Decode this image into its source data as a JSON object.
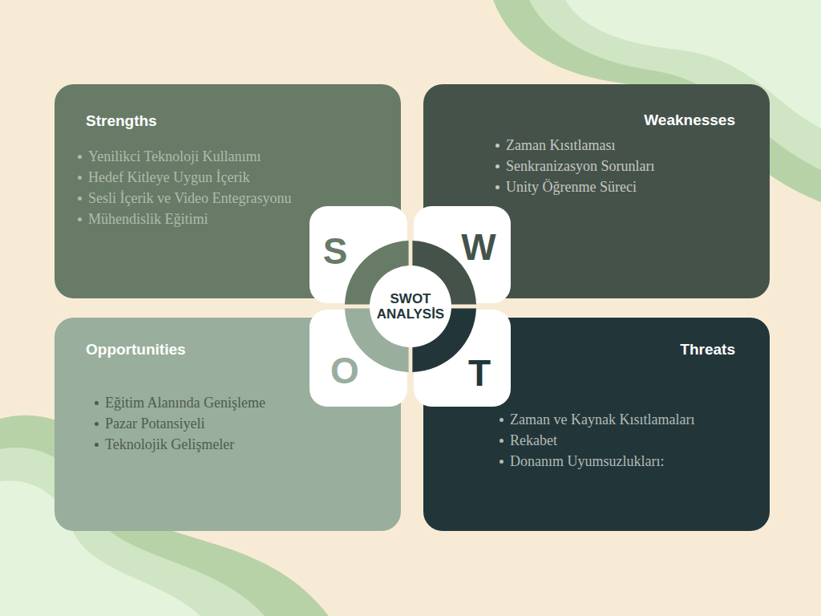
{
  "diagram": {
    "nodes": [
      {
        "text": [
          "Strengths",
          "Yenilikci Teknoloji Kullanımı",
          "Hedef Kitleye Uygun İçerik",
          "Sesli İçerik ve Video Entegrasyonu",
          "Mühendislik Eğitimi"
        ]
      },
      {
        "text": [
          "Weaknesses",
          "Zaman Kısıtlaması",
          "Senkranizasyon Sorunları",
          "Unity Öğrenme Süreci"
        ]
      },
      {
        "text": [
          "Opportunities",
          "Eğitim Alanında Genişleme",
          "Pazar Potansiyeli",
          "Teknolojik Gelişmeler"
        ]
      },
      {
        "text": [
          "Threats",
          "Zaman ve Kaynak Kısıtlamaları",
          "Rekabet",
          "Donanım Uyumsuzlukları:"
        ]
      },
      {
        "text": [
          "S"
        ]
      },
      {
        "text": [
          "W"
        ]
      },
      {
        "text": [
          "O"
        ]
      },
      {
        "text": [
          "T"
        ]
      },
      {
        "text": [
          "SWOT ANALYSİS"
        ]
      }
    ]
  }
}
